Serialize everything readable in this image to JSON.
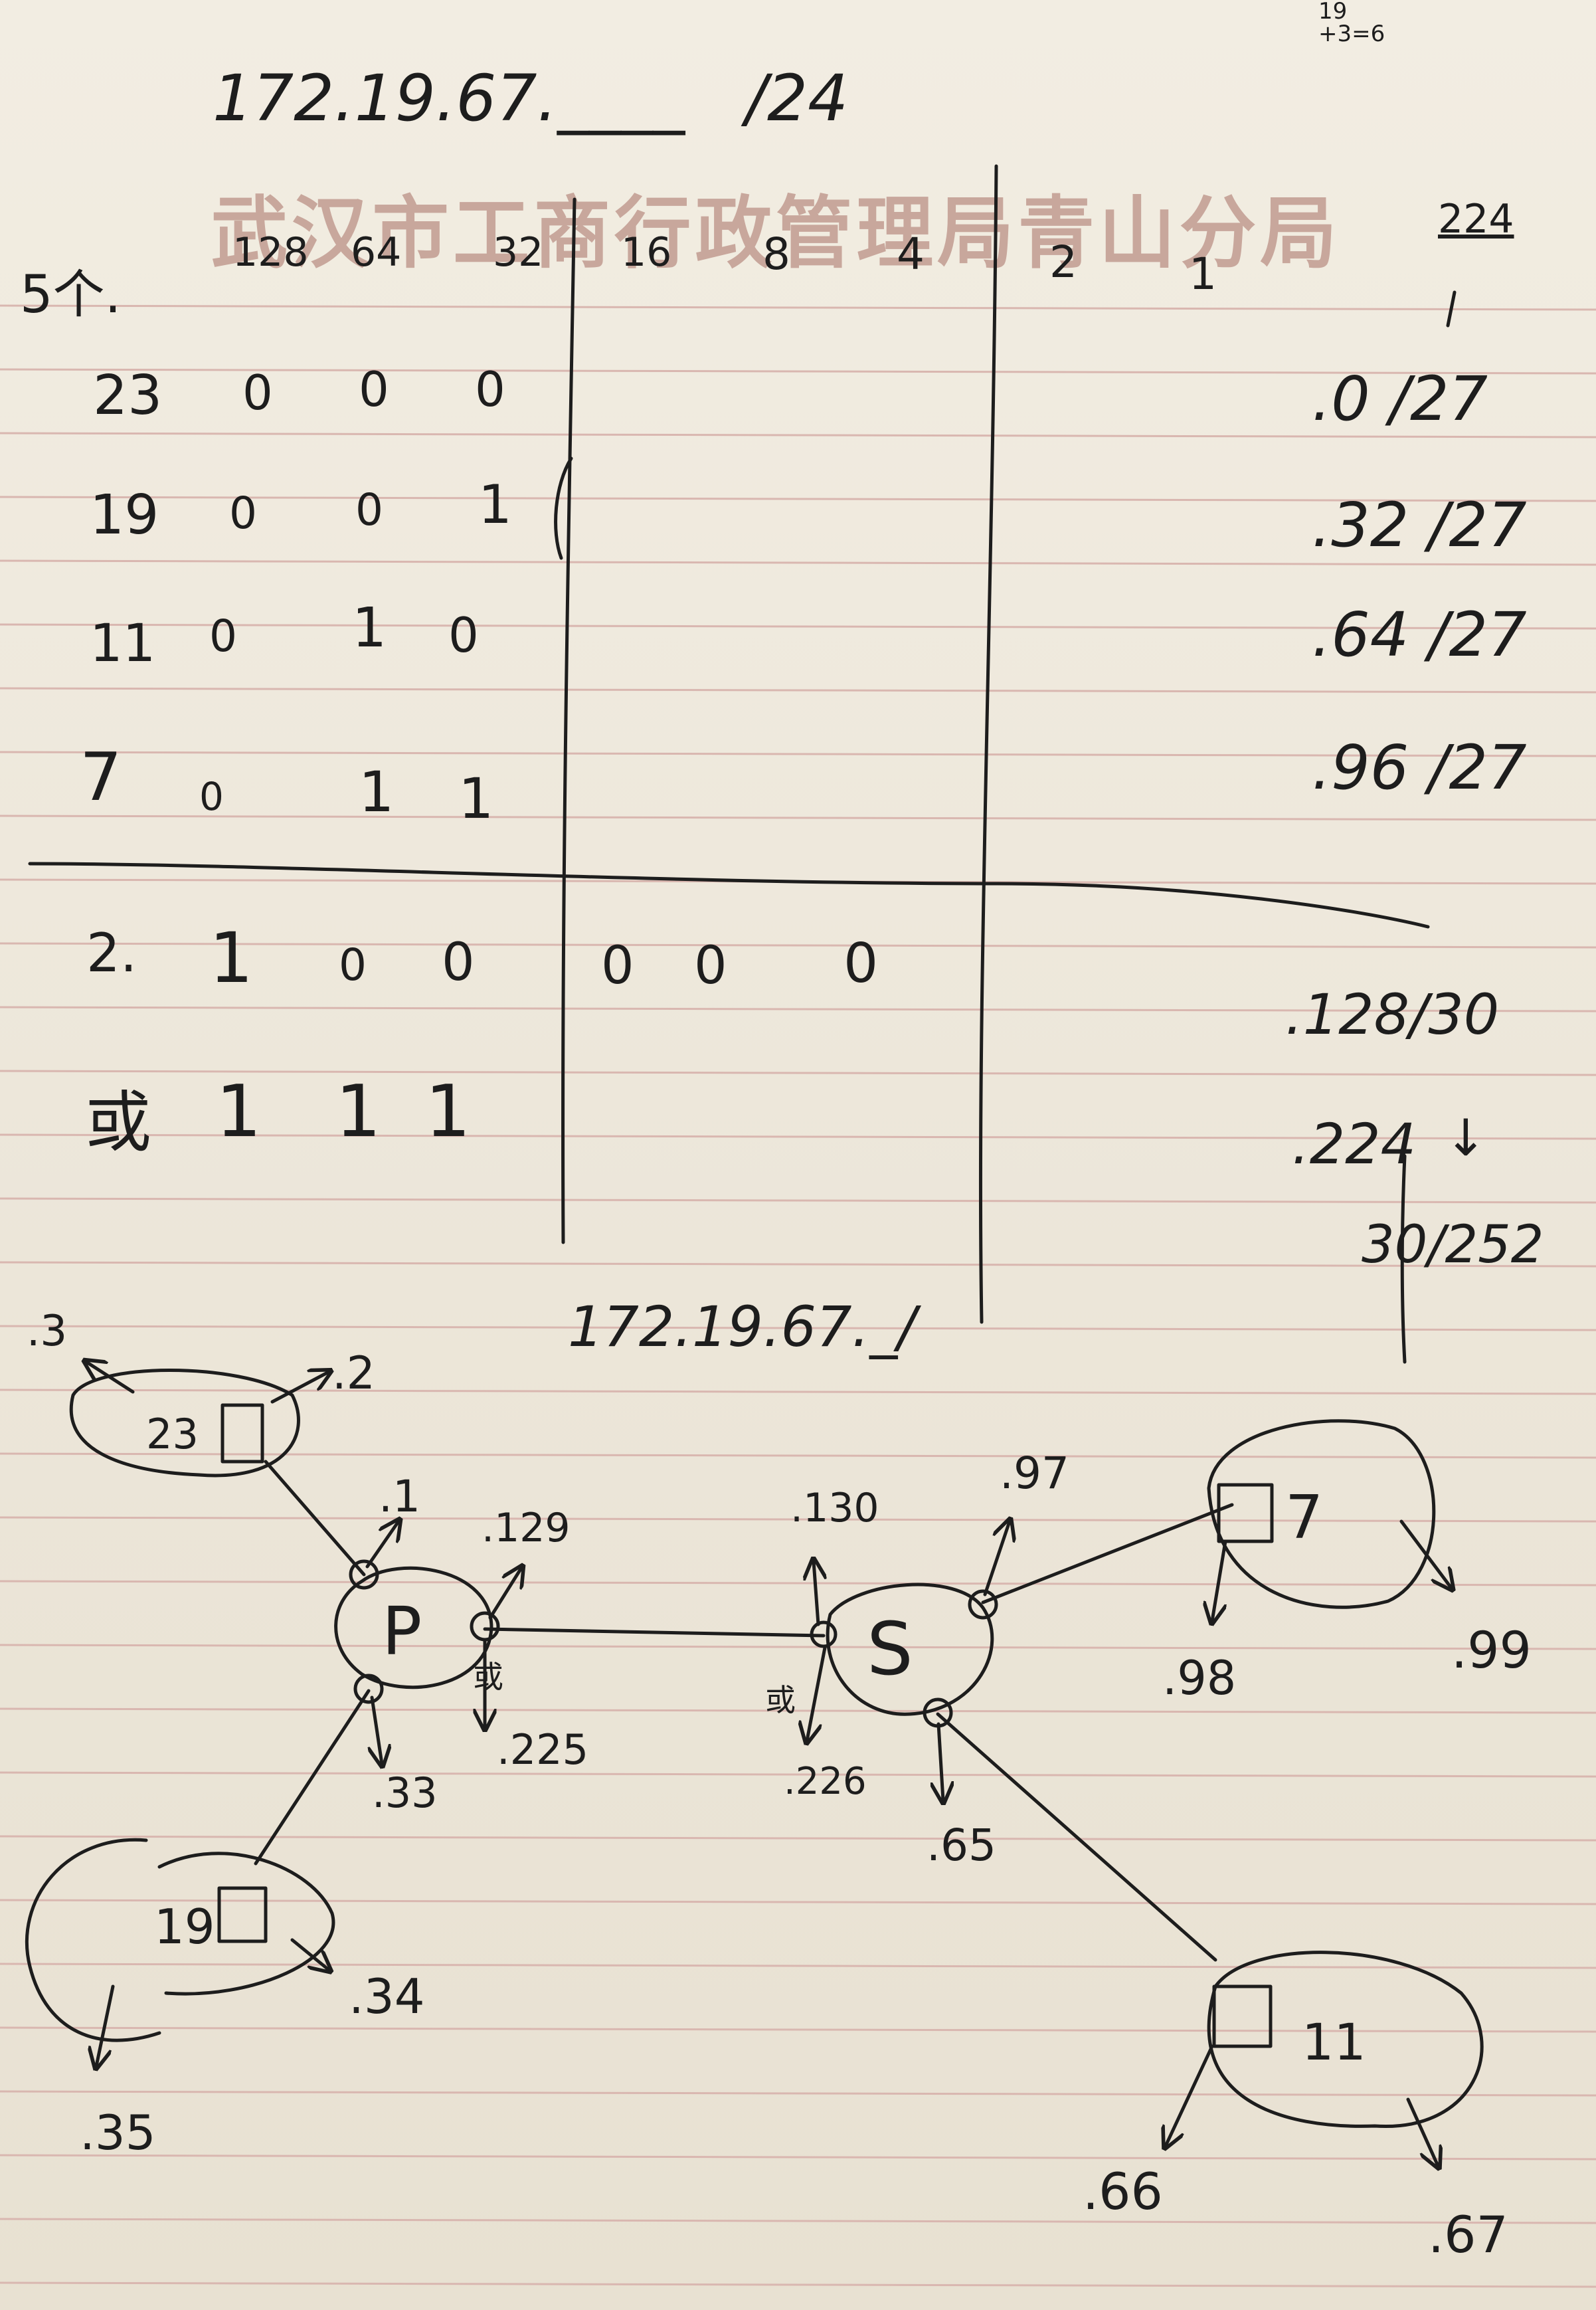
{
  "header": {
    "network": "172.19.67.",
    "prefix": "/24",
    "corner_note": "19\n+3=6"
  },
  "stamp": "武汉市工商行政管理局青山分局",
  "table": {
    "row_label_header": "5个.",
    "bit_headers": [
      "128",
      "64",
      "32",
      "16",
      "8",
      "4",
      "2",
      "1"
    ],
    "mask_header": "224",
    "rows": [
      {
        "label": "23",
        "bits": [
          "0",
          "0",
          "0"
        ],
        "result": ".0 /27"
      },
      {
        "label": "19",
        "bits": [
          "0",
          "0",
          "1"
        ],
        "result": ".32 /27"
      },
      {
        "label": "11",
        "bits": [
          "0",
          "1",
          "0"
        ],
        "result": ".64 /27"
      },
      {
        "label": "7",
        "bits": [
          "0",
          "1",
          "1"
        ],
        "result": ".96 /27"
      }
    ],
    "p2p_rows": [
      {
        "label": "2.",
        "bits": [
          "1",
          "0",
          "0",
          "0",
          "0",
          "0"
        ],
        "result": ".128/30"
      },
      {
        "label": "或",
        "bits": [
          "1",
          "1",
          "1"
        ],
        "result": ".224"
      }
    ],
    "mask_note": "30/252"
  },
  "second_header": "172.19.67._/",
  "diagram": {
    "routers": [
      {
        "id": "P",
        "label": "P"
      },
      {
        "id": "S",
        "label": "S"
      }
    ],
    "networks": [
      {
        "label": "23",
        "hosts": [
          ".3",
          ".2"
        ]
      },
      {
        "label": "19",
        "hosts": [
          ".34",
          ".35"
        ]
      },
      {
        "label": "7",
        "hosts": [
          ".98",
          ".99"
        ]
      },
      {
        "label": "11",
        "hosts": [
          ".66",
          ".67"
        ]
      }
    ],
    "interface_labels": [
      ".1",
      ".129",
      ".33",
      ".225",
      ".130",
      ".97",
      ".226",
      ".65"
    ],
    "alt_marks": [
      "或",
      "或"
    ]
  }
}
